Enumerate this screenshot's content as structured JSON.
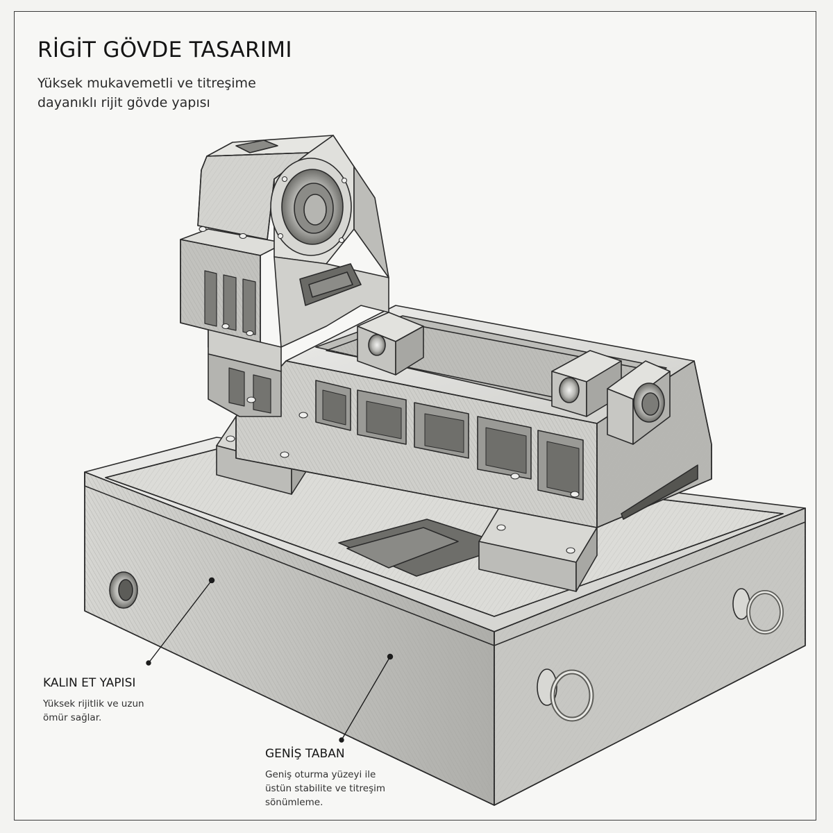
{
  "title": "RİGİT GÖVDE TASARIMI",
  "subtitle": "Yüksek mukavemetli ve titreşime dayanıklı rijit gövde yapısı",
  "callouts": [
    {
      "title": "KALIN ET YAPISI",
      "text": "Yüksek rijitlik ve uzun ömür sağlar."
    },
    {
      "title": "GENİŞ TABAN",
      "text": "Geniş oturma yüzeyi ile üstün stabilite ve titreşim sönümleme."
    }
  ],
  "colors": {
    "ink": "#2b2b2b",
    "paper": "#f7f7f5",
    "metal_light": "#e4e4e1",
    "metal_mid": "#c9c9c5",
    "metal_dark": "#8f8f8b"
  }
}
